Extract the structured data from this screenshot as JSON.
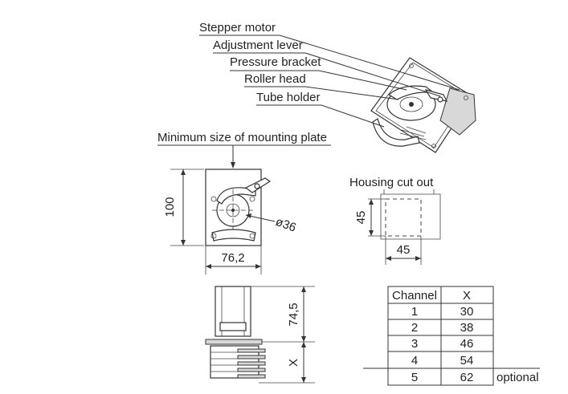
{
  "callouts": {
    "stepper_motor": "Stepper motor",
    "adjustment_lever": "Adjustment lever",
    "pressure_bracket": "Pressure bracket",
    "roller_head": "Roller head",
    "tube_holder": "Tube holder",
    "mounting_plate": "Minimum size of mounting plate",
    "housing_cut_out": "Housing cut out"
  },
  "dimensions": {
    "plate_height": "100",
    "plate_width": "76,2",
    "head_diameter": "ø36",
    "cutout_height": "45",
    "cutout_width": "45",
    "side_height": "74,5",
    "side_variable": "X"
  },
  "channel_table": {
    "headers": [
      "Channel",
      "X"
    ],
    "rows": [
      [
        "1",
        "30"
      ],
      [
        "2",
        "38"
      ],
      [
        "3",
        "46"
      ],
      [
        "4",
        "54"
      ],
      [
        "5",
        "62"
      ]
    ],
    "note": "optional"
  }
}
